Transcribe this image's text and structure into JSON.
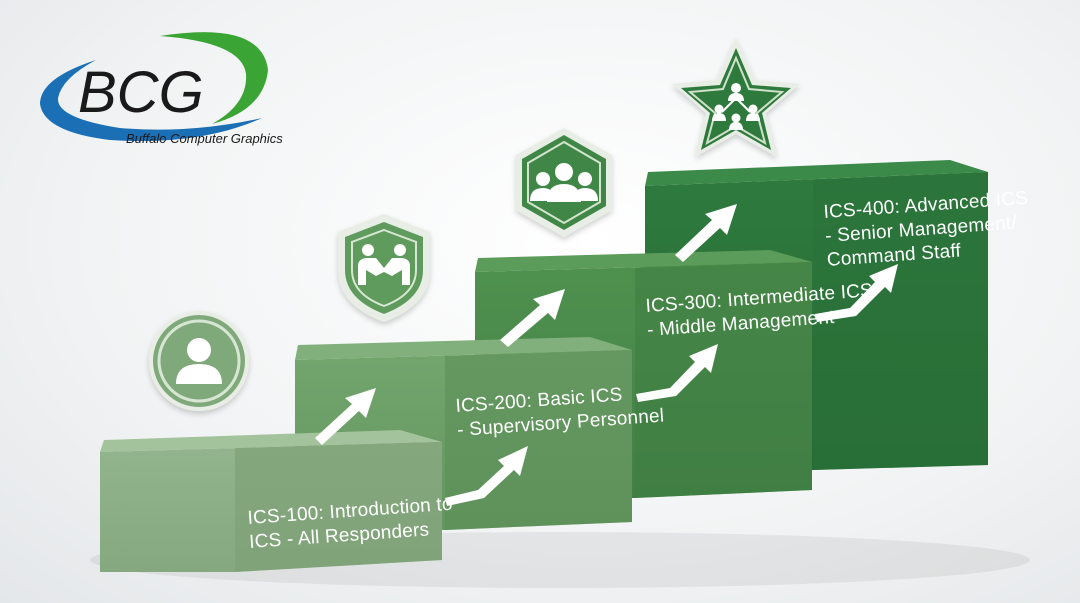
{
  "logo": {
    "mark": "BCG",
    "company": "Buffalo Computer Graphics",
    "colors": {
      "swoosh_blue": "#1b6fb5",
      "swoosh_green": "#3aa535",
      "text": "#1a1a1a"
    }
  },
  "steps": [
    {
      "line1": "ICS-100: Introduction to",
      "line2": "ICS - All Responders",
      "icon": "person-icon"
    },
    {
      "line1": "ICS-200: Basic ICS",
      "line2": "- Supervisory Personnel",
      "icon": "handshake-shield-icon"
    },
    {
      "line1": "ICS-300: Intermediate ICS",
      "line2": "- Middle Management",
      "icon": "team-hexagon-icon"
    },
    {
      "line1": "ICS-400: Advanced ICS",
      "line2": "- Senior Management/",
      "line3": "Command Staff",
      "icon": "org-star-icon"
    }
  ],
  "colors": {
    "step1": "#8fb38a",
    "step2": "#6fa36b",
    "step3": "#4e904f",
    "step4": "#2f7a3e",
    "arrow": "#ffffff"
  }
}
